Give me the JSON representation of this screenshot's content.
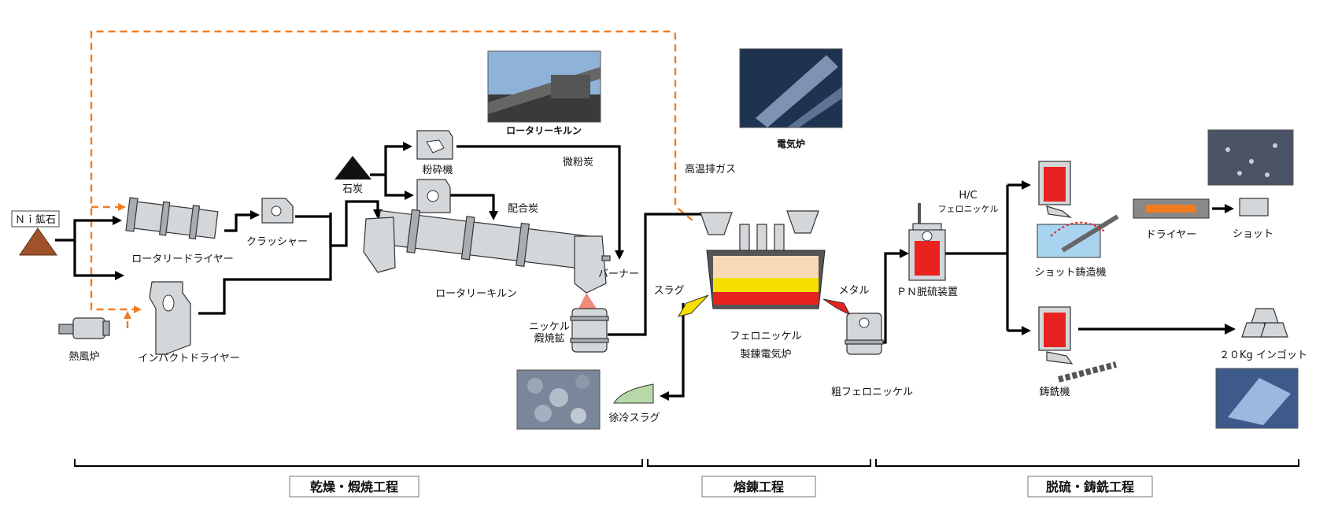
{
  "nodes": {
    "ni_ore": "Ｎｉ鉱石",
    "hot_air_furnace": "熱風炉",
    "rotary_dryer": "ロータリードライヤー",
    "impact_dryer": "インパクトドライヤー",
    "crusher_1": "クラッシャー",
    "coal": "石炭",
    "pulverizer": "粉砕機",
    "crusher_2": "クラッシャー",
    "blended_coal": "配合炭",
    "pulverized_coal": "微粉炭",
    "rotary_kiln_photo_caption": "ロータリーキルン",
    "rotary_kiln": "ロータリーキルン",
    "burner": "バーナー",
    "nickel_calcine_line1": "ニッケル",
    "nickel_calcine_line2": "煆焼鉱",
    "hot_exhaust_gas": "高温排ガス",
    "electric_furnace_photo_caption": "電気炉",
    "slag": "スラグ",
    "metal": "メタル",
    "ferronickel": "フェロニッケル",
    "smelting_furnace": "製錬電気炉",
    "crude_ferronickel": "粗フェロニッケル",
    "slow_cooled_slag": "徐冷スラグ",
    "hc": "H/C",
    "hc_ferronickel": "フェロニッケル",
    "pn_desulfurizer": "ＰＮ脱硫装置",
    "shot_casting_machine": "ショット鋳造機",
    "dryer": "ドライヤー",
    "shot": "ショット",
    "pig_casting_machine": "鋳銑機",
    "ingot": "２０Kg インゴット"
  },
  "stages": [
    "乾燥・煆焼工程",
    "熔錬工程",
    "脱硫・鋳銑工程"
  ],
  "colors": {
    "gas_line": "#f07c22",
    "flow_line": "#000000",
    "molten_metal": "#e8221f",
    "slag_yellow": "#f6e000",
    "ore_brown": "#a0522d"
  }
}
